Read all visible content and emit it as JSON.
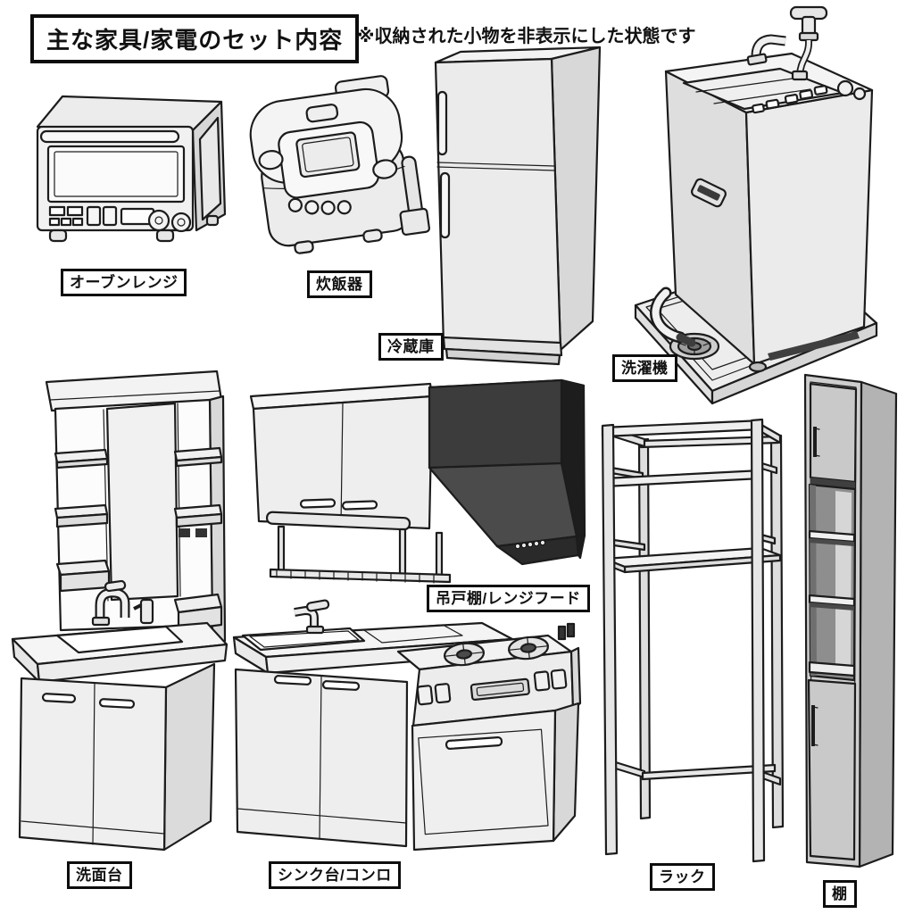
{
  "header": {
    "title": "主な家具/家電のセット内容",
    "note": "※収納された小物を非表示にした状態です"
  },
  "items": [
    {
      "id": "oven-range",
      "label": "オーブンレンジ"
    },
    {
      "id": "rice-cooker",
      "label": "炊飯器"
    },
    {
      "id": "refrigerator",
      "label": "冷蔵庫"
    },
    {
      "id": "washing-machine",
      "label": "洗濯機"
    },
    {
      "id": "hanging-cupboard-range-hood",
      "label": "吊戸棚/レンジフード"
    },
    {
      "id": "washbasin",
      "label": "洗面台"
    },
    {
      "id": "sink-stove",
      "label": "シンク台/コンロ"
    },
    {
      "id": "rack",
      "label": "ラック"
    },
    {
      "id": "shelf",
      "label": "棚"
    }
  ],
  "colors": {
    "ink": "#1c1c1c",
    "paper": "#ffffff",
    "gray_light": "#f2f2f2",
    "gray_mid": "#d9d9d9",
    "gray_dark": "#b3b3b3",
    "hood_front": "#3c3c3c",
    "hood_side": "#1d1d1d",
    "hood_slant": "#4b4b4b"
  }
}
